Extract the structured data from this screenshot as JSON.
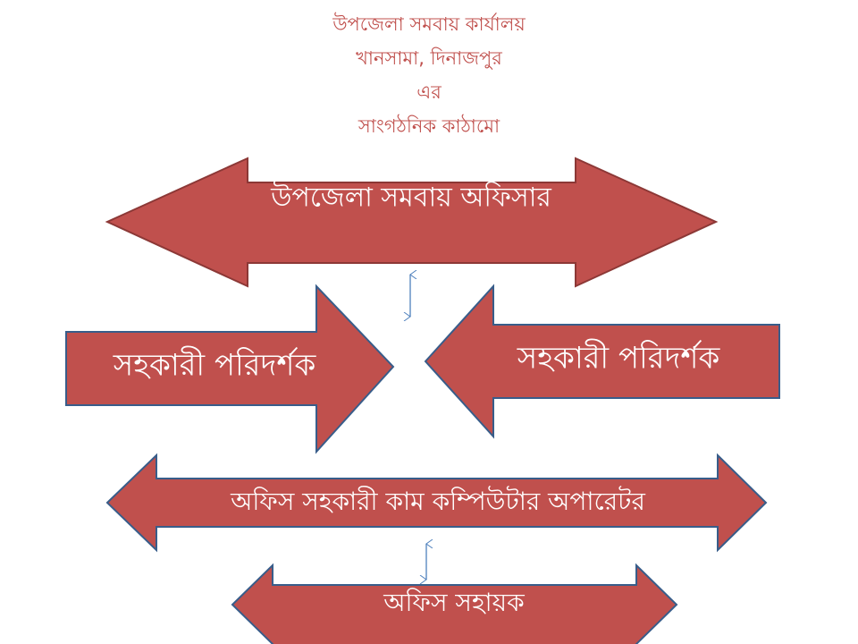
{
  "title": {
    "lines": [
      "উপজেলা সমবায় কার্যালয়",
      "খানসামা, দিনাজপুর",
      "এর",
      "সাংগঠনিক কাঠামো"
    ]
  },
  "boxes": {
    "officer": "উপজেলা সমবায় অফিসার",
    "inspector_left": "সহকারী পরিদর্শক",
    "inspector_right": "সহকারী পরিদর্শক",
    "operator": "অফিস সহকারী কাম কম্পিউটার অপারেটর",
    "assistant": "অফিস সহায়ক"
  },
  "colors": {
    "fill": "#c0504d",
    "title": "#c0504d",
    "connector": "#4f81bd"
  }
}
